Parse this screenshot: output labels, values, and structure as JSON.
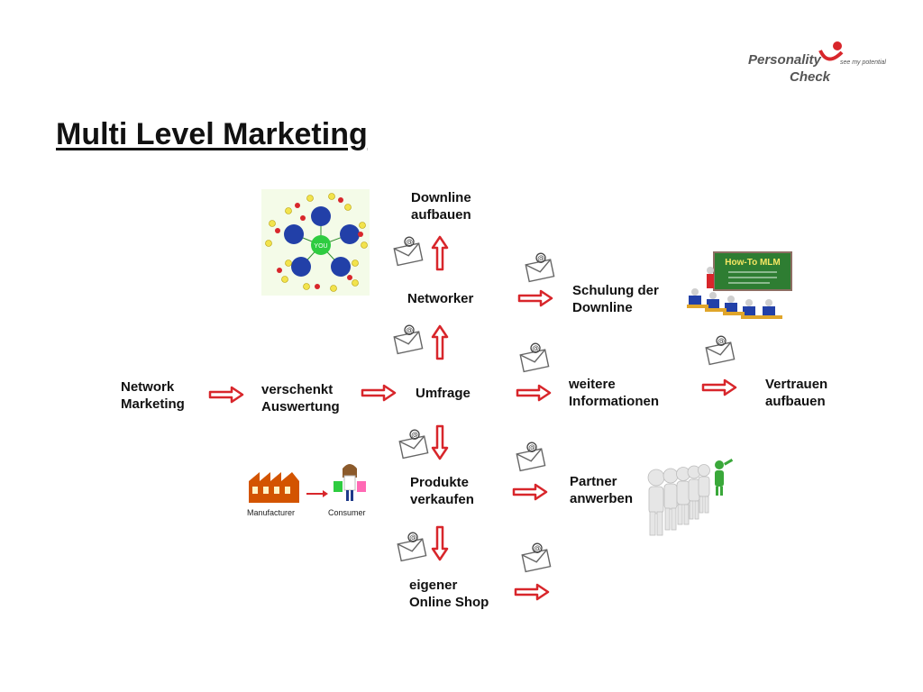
{
  "slide": {
    "title": "Multi Level Marketing"
  },
  "logo": {
    "line1": "Personality",
    "line2": "Check",
    "tagline": "see my potential"
  },
  "nodes": {
    "network_marketing": [
      "Network",
      "Marketing"
    ],
    "verschenkt": [
      "verschenkt",
      "Auswertung"
    ],
    "umfrage": [
      "Umfrage"
    ],
    "networker": [
      "Networker"
    ],
    "downline_aufbauen": [
      "Downline",
      "aufbauen"
    ],
    "schulung": [
      "Schulung der",
      "Downline"
    ],
    "weitere": [
      "weitere",
      "Informationen"
    ],
    "vertrauen": [
      "Vertrauen",
      "aufbauen"
    ],
    "produkte": [
      "Produkte",
      "verkaufen"
    ],
    "partner": [
      "Partner",
      "anwerben"
    ],
    "online_shop": [
      "eigener",
      "Online Shop"
    ]
  },
  "images": {
    "network": {
      "center_label": "YOU"
    },
    "howto": {
      "board_title": "How-To MLM"
    },
    "manufacturer": {
      "label1": "Manufacturer",
      "label2": "Consumer"
    }
  },
  "colors": {
    "arrow": "#d8262b",
    "arrow_fill": "#ffffff",
    "board": "#2e7d32",
    "network_node": "#2240a8",
    "network_center": "#2ecc40"
  },
  "icons": {
    "mail": "email-envelope-icon",
    "arrow": "red-outline-arrow"
  }
}
